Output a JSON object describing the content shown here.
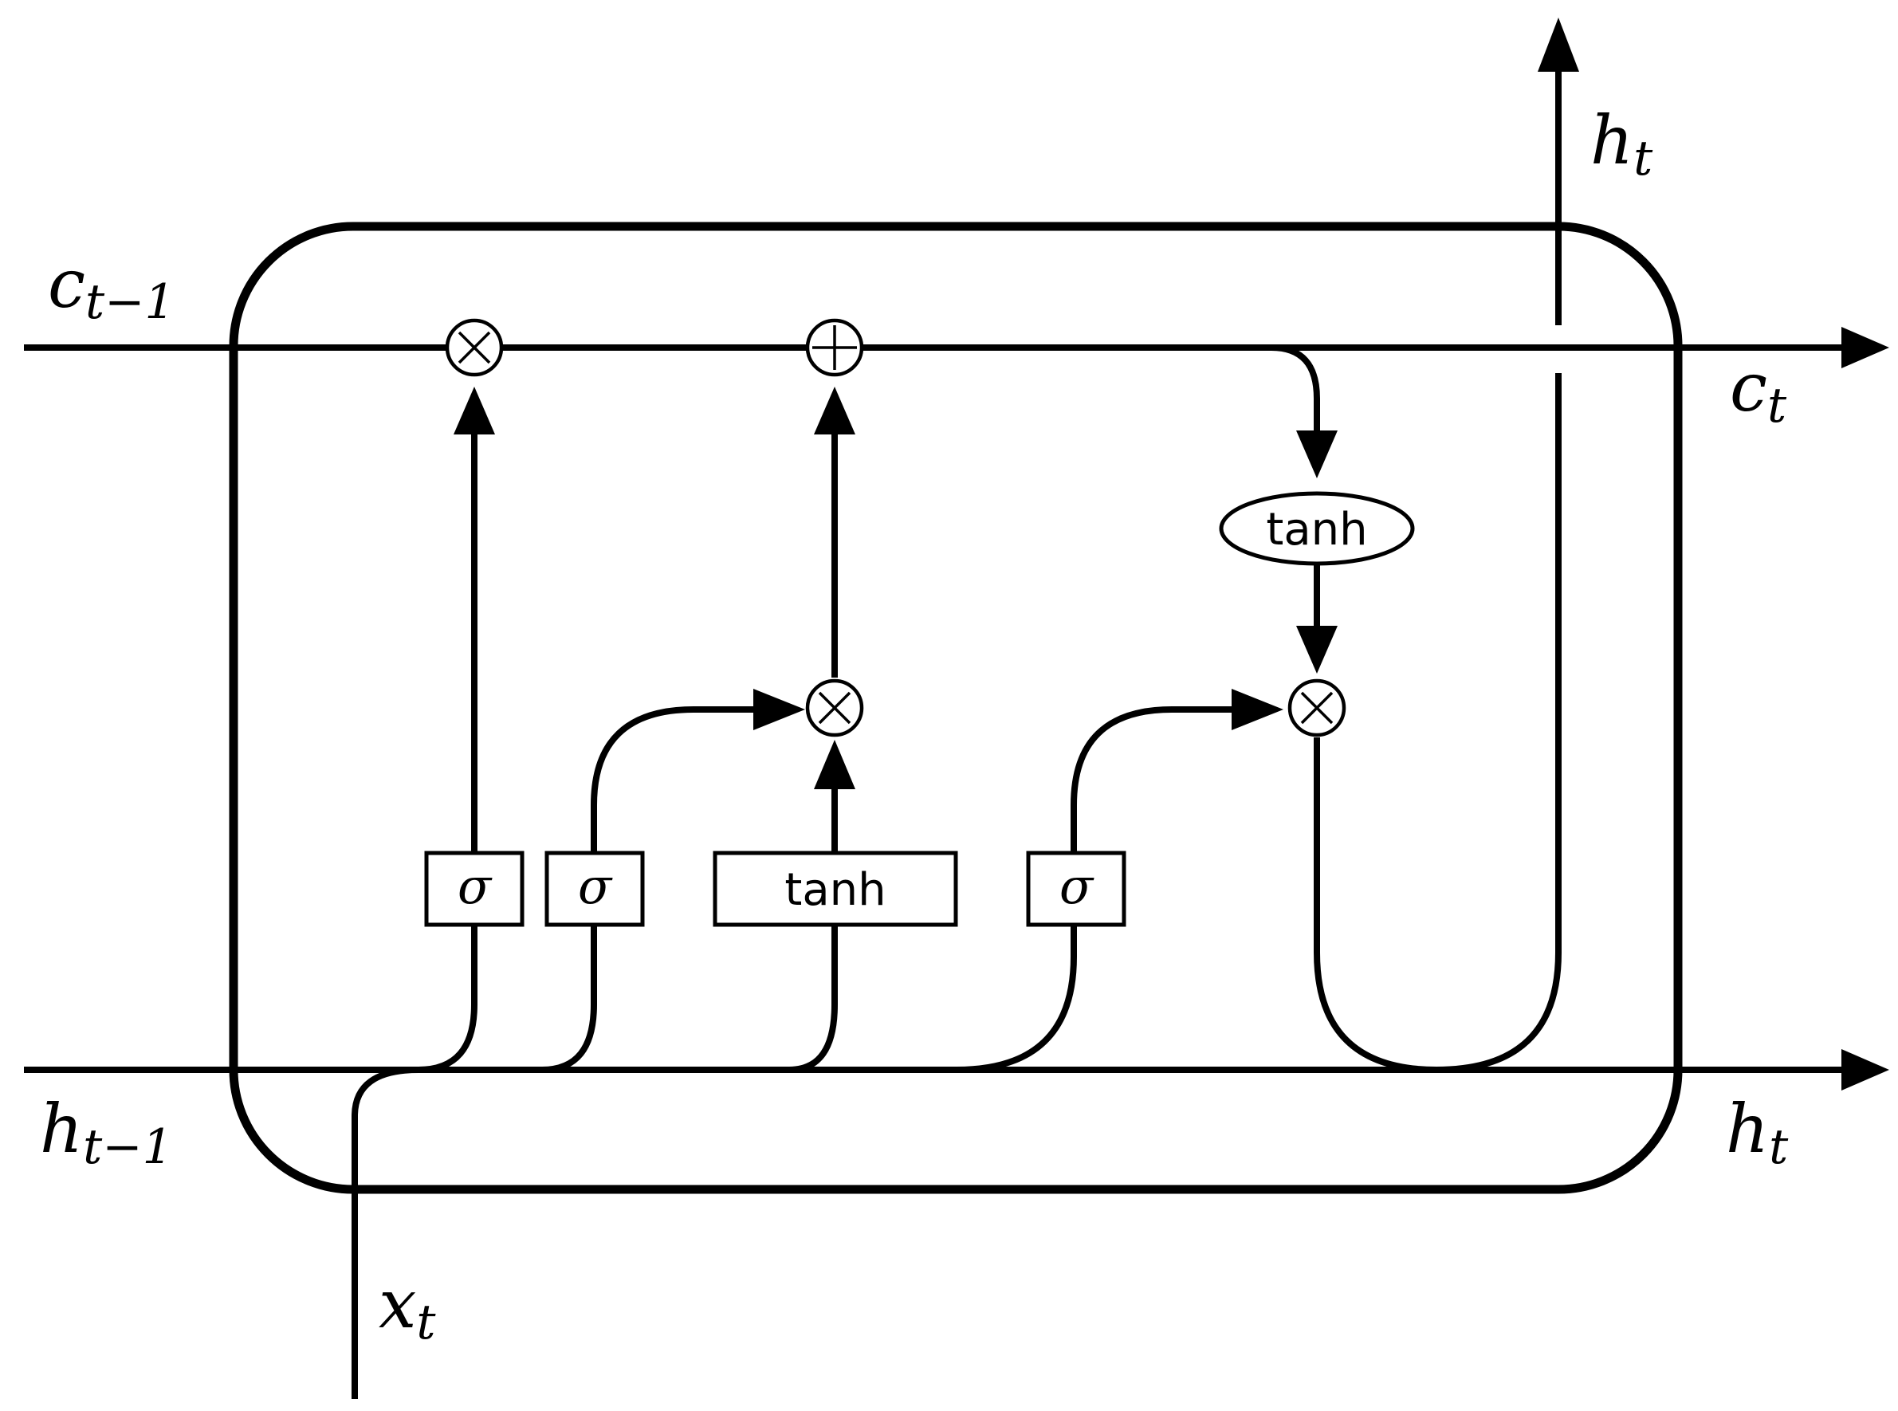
{
  "labels": {
    "c_prev": {
      "main": "c",
      "sub": "t−1"
    },
    "c_next": {
      "main": "c",
      "sub": "t"
    },
    "h_prev": {
      "main": "h",
      "sub": "t−1"
    },
    "h_next": {
      "main": "h",
      "sub": "t"
    },
    "h_out_top": {
      "main": "h",
      "sub": "t"
    },
    "x_in": {
      "main": "x",
      "sub": "t"
    }
  },
  "gates": {
    "forget": "σ",
    "input": "σ",
    "candidate": "tanh",
    "output": "σ",
    "cell_tanh": "tanh"
  },
  "operators": {
    "multiply": "×",
    "add": "+"
  }
}
